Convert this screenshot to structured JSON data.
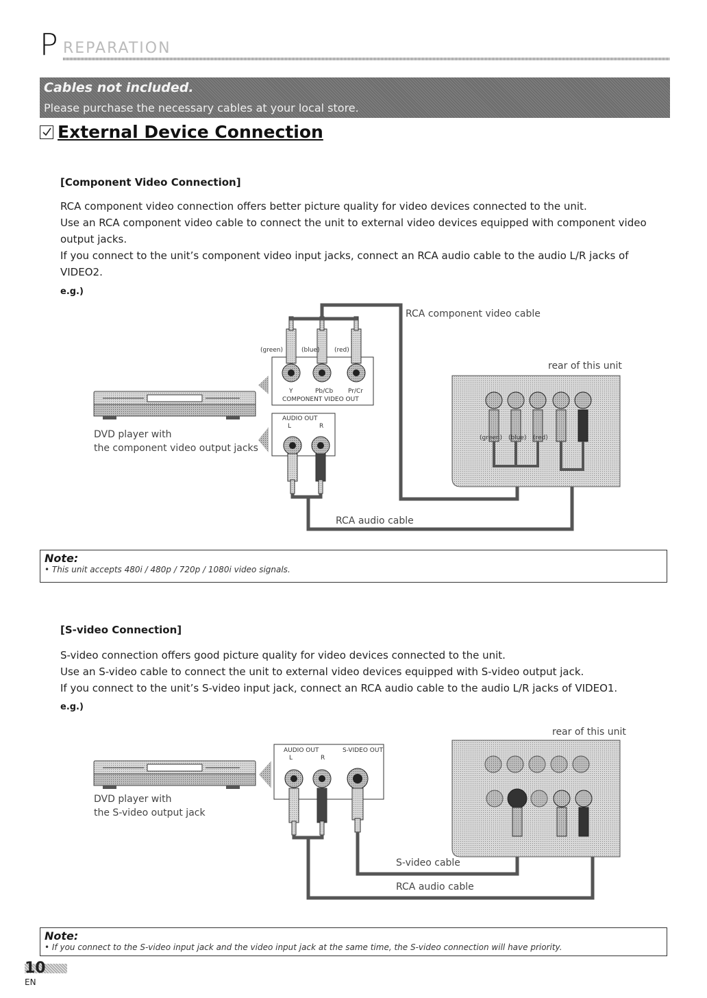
{
  "header": {
    "first_letter": "P",
    "rest": "REPARATION"
  },
  "banner": {
    "title": "Cables not included.",
    "subtitle": "Please purchase the necessary cables at your local store."
  },
  "section_title": "External Device Connection",
  "component": {
    "heading": "[Component Video Connection]",
    "paragraphs": [
      "RCA component video connection offers better picture quality for video devices connected to the unit.",
      "Use an RCA component video cable to connect the unit to external video devices equipped with component video output jacks.",
      "If you connect to the unit’s component video input jacks, connect an RCA audio cable to the audio L/R jacks of VIDEO2."
    ],
    "eg": "e.g.)",
    "labels": {
      "cable_video": "RCA component video cable",
      "rear": "rear of this unit",
      "dvd": "DVD player with",
      "dvd2": "the component video output jacks",
      "audio_cable": "RCA audio cable",
      "green": "(green)",
      "blue": "(blue)",
      "red": "(red)",
      "y": "Y",
      "pb": "Pb/Cb",
      "pr": "Pr/Cr",
      "comp_out": "COMPONENT VIDEO OUT",
      "audio_out": "AUDIO OUT",
      "l": "L",
      "r": "R"
    },
    "note_title": "Note:",
    "note_text": "• This unit accepts 480i / 480p / 720p / 1080i video signals."
  },
  "svideo": {
    "heading": "[S-video Connection]",
    "paragraphs": [
      "S-video connection offers good picture quality for video devices connected to the unit.",
      "Use an S-video cable to connect the unit to external video devices equipped with S-video output jack.",
      "If you connect to the unit’s S-video input jack, connect an RCA audio cable to the audio L/R jacks of VIDEO1."
    ],
    "eg": "e.g.)",
    "labels": {
      "rear": "rear of this unit",
      "dvd": "DVD player with",
      "dvd2": "the S-video output jack",
      "svideo_cable": "S-video cable",
      "audio_cable": "RCA audio cable",
      "audio_out": "AUDIO OUT",
      "svideo_out": "S-VIDEO OUT",
      "l": "L",
      "r": "R"
    },
    "note_title": "Note:",
    "note_text": "• If you connect to the S-video input jack and the video input jack at the same time, the S-video connection will have priority."
  },
  "footer": {
    "page": "10",
    "lang": "EN"
  }
}
